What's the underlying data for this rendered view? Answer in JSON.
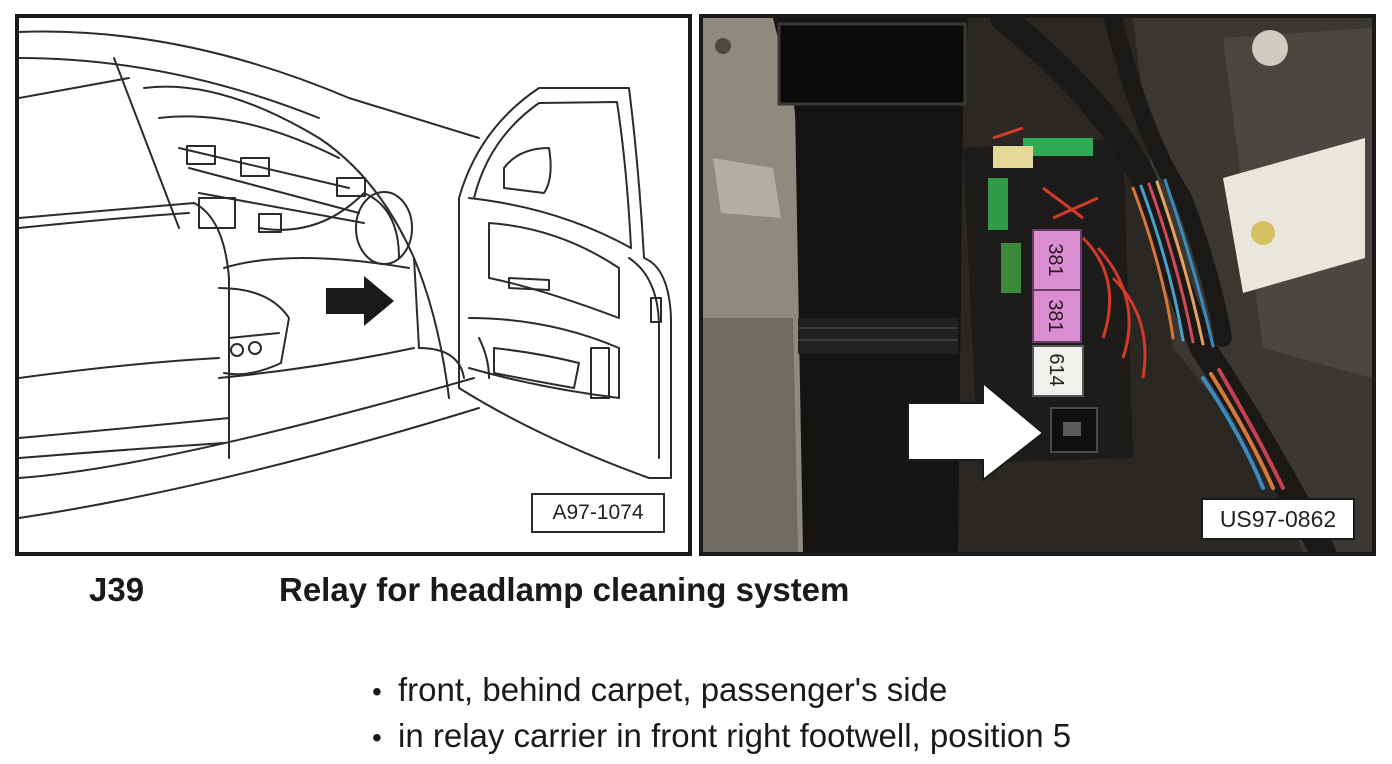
{
  "figures": {
    "left": {
      "id": "A97-1074"
    },
    "right": {
      "id": "US97-0862"
    }
  },
  "relay_labels": [
    "381",
    "381",
    "614"
  ],
  "component": {
    "code": "J39",
    "description": "Relay for headlamp cleaning system"
  },
  "locations": [
    {
      "bullet": "•",
      "text": "front, behind carpet, passenger's side"
    },
    {
      "bullet": "•",
      "text": "in relay carrier in front right footwell, position 5"
    }
  ]
}
